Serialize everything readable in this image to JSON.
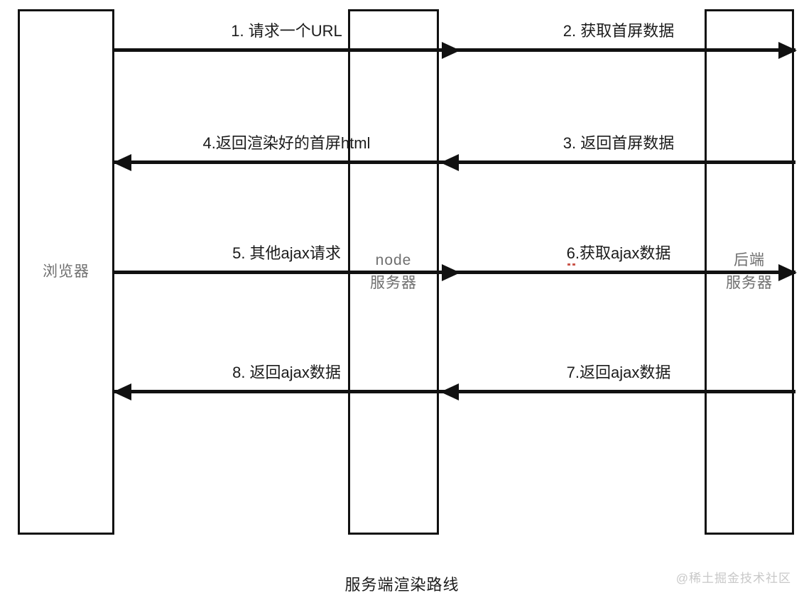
{
  "diagram": {
    "caption": "服务端渲染路线",
    "watermark": "@稀土掘金技术社区",
    "colors": {
      "line": "#111111",
      "label_text": "#1b1b1b",
      "lifeline_text": "#6f6f6f",
      "background": "#ffffff",
      "spellcheck_underline": "#c0392b",
      "watermark_text": "#c8c8c8"
    },
    "lifelines": [
      {
        "id": "browser",
        "label": "浏览器"
      },
      {
        "id": "node",
        "label": "node\n服务器"
      },
      {
        "id": "backend",
        "label": "后端\n服务器"
      }
    ],
    "messages": [
      {
        "seq": "1",
        "label": "1. 请求一个URL",
        "from": "browser",
        "to": "backend_placeholder_node",
        "direction": "right",
        "lane": "left",
        "row": 1
      },
      {
        "seq": "2",
        "label": "2. 获取首屏数据",
        "from": "node",
        "to": "backend",
        "direction": "right",
        "lane": "right",
        "row": 1
      },
      {
        "seq": "3",
        "label": "3. 返回首屏数据",
        "from": "backend",
        "to": "node",
        "direction": "left",
        "lane": "right",
        "row": 2
      },
      {
        "seq": "4",
        "label": "4.返回渲染好的首屏html",
        "from": "node",
        "to": "browser",
        "direction": "left",
        "lane": "left",
        "row": 2
      },
      {
        "seq": "5",
        "label": "5. 其他ajax请求",
        "from": "browser",
        "to": "node",
        "direction": "right",
        "lane": "left",
        "row": 3
      },
      {
        "seq": "6",
        "label": "6.获取ajax数据",
        "from": "node",
        "to": "backend",
        "direction": "right",
        "lane": "right",
        "row": 3,
        "spellcheck_prefix": "6."
      },
      {
        "seq": "7",
        "label": "7.返回ajax数据",
        "from": "backend",
        "to": "node",
        "direction": "left",
        "lane": "right",
        "row": 4
      },
      {
        "seq": "8",
        "label": "8. 返回ajax数据",
        "from": "node",
        "to": "browser",
        "direction": "left",
        "lane": "left",
        "row": 4
      }
    ]
  }
}
